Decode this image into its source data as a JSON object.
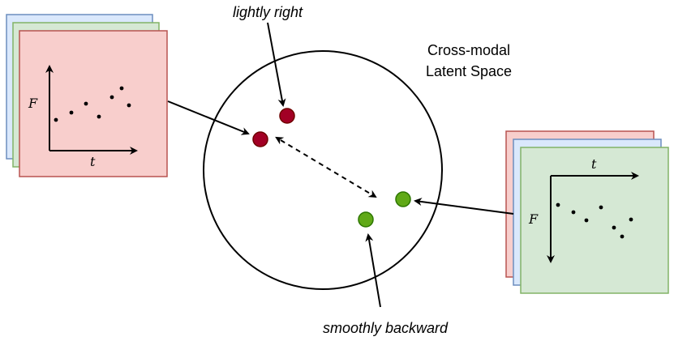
{
  "latent_space": {
    "title_line1": "Cross-modal",
    "title_line2": "Latent Space"
  },
  "annotations": {
    "top_label": "lightly right",
    "bottom_label": "smoothly backward"
  },
  "left_stack": {
    "y_axis_label": "F",
    "x_axis_label": "t",
    "front_color": "#f8cecc",
    "front_border": "#b85450",
    "mid_color": "#d5e8d4",
    "mid_border": "#82b366",
    "back_color": "#dae8fc",
    "back_border": "#6c8ebf"
  },
  "right_stack": {
    "y_axis_label": "F",
    "x_axis_label": "t",
    "front_color": "#d5e8d4",
    "front_border": "#82b366",
    "mid_color": "#dae8fc",
    "mid_border": "#6c8ebf",
    "back_color": "#f8cecc",
    "back_border": "#b85450"
  },
  "points": {
    "red_fill": "#a20025",
    "red_stroke": "#6f0000",
    "green_fill": "#60a917",
    "green_stroke": "#2d7600"
  }
}
